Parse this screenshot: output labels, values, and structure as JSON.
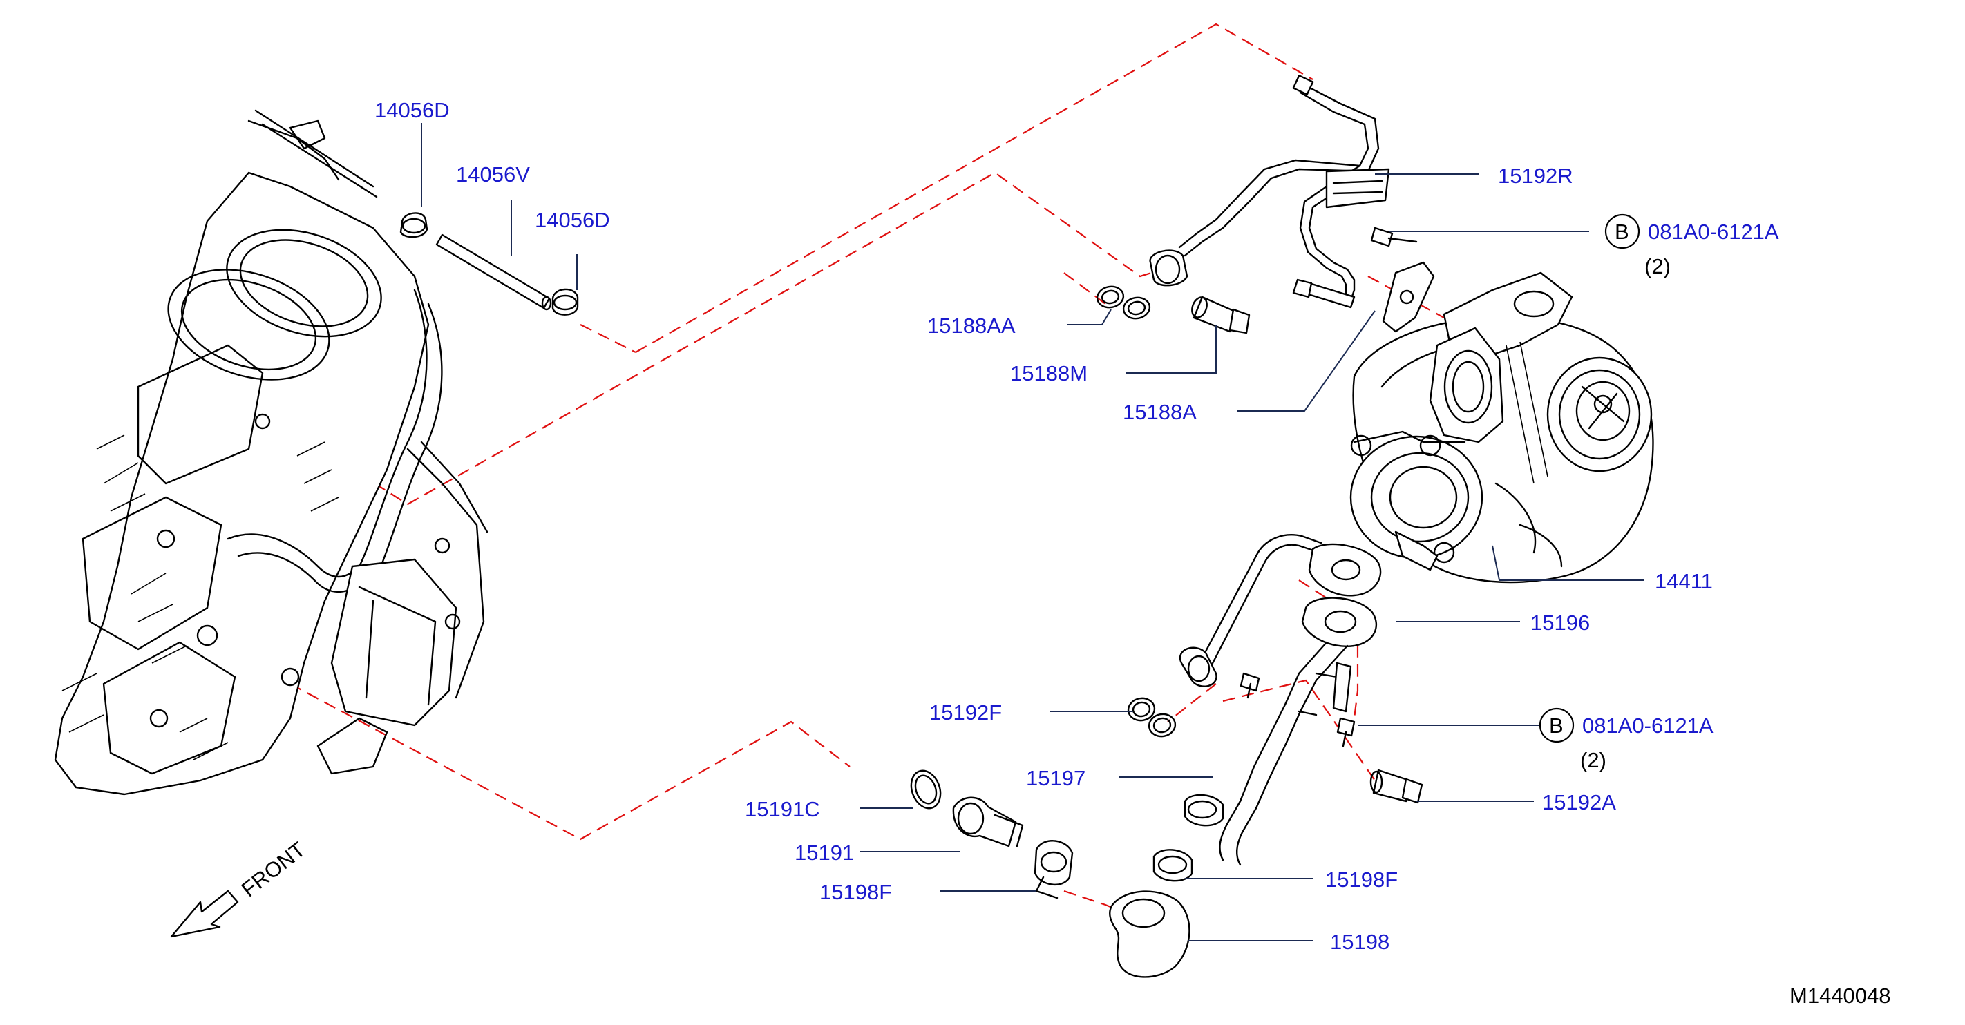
{
  "drawing_id": "M1440048",
  "front_label": "FRONT",
  "colors": {
    "label": "#1a1acd",
    "leader": "#1b2a52",
    "dash": "#e01010",
    "line": "#000000"
  },
  "labels": {
    "p14056D_top": "14056D",
    "p14056V": "14056V",
    "p14056D_low": "14056D",
    "p15192R": "15192R",
    "bolt_upper": "081A0-6121A",
    "bolt_upper_qty": "(2)",
    "bolt_upper_ref": "B",
    "p15188AA": "15188AA",
    "p15188M": "15188M",
    "p15188A": "15188A",
    "p14411": "14411",
    "p15196": "15196",
    "bolt_lower": "081A0-6121A",
    "bolt_lower_qty": "(2)",
    "bolt_lower_ref": "B",
    "p15192F": "15192F",
    "p15197": "15197",
    "p15192A": "15192A",
    "p15191C": "15191C",
    "p15191": "15191",
    "p15198F_left": "15198F",
    "p15198F_right": "15198F",
    "p15198": "15198"
  }
}
